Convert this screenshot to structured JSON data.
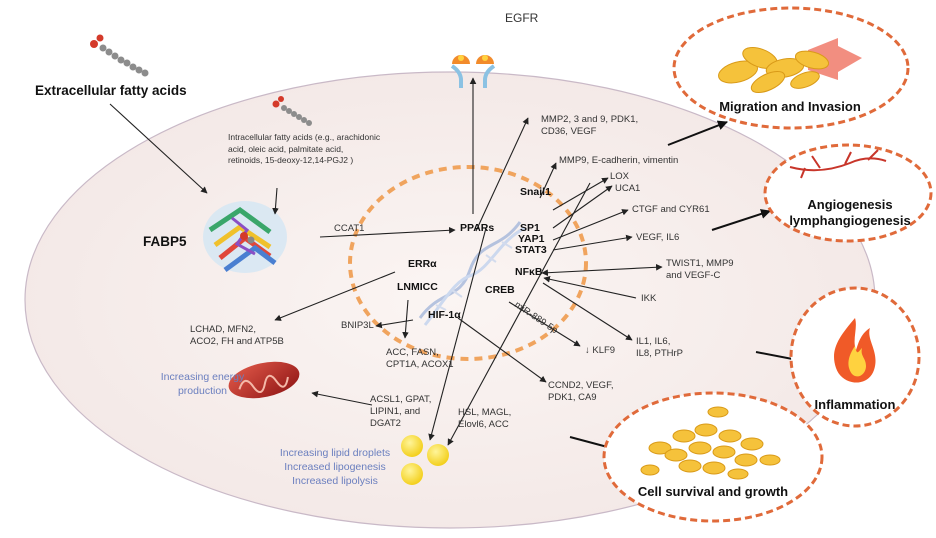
{
  "labels": {
    "egfr": "EGFR",
    "extracellular": "Extracellular fatty acids",
    "intracellular": "Intracellular fatty acids (e.g., arachidonic\nacid, oleic acid, palmitate acid,\nretinoids, 15-deoxy-12,14-PGJ2 )",
    "fabp5": "FABP5",
    "ccat1": "CCAT1",
    "pparsLabel": "PPARs",
    "snail1": "Snail1",
    "sp1": "SP1",
    "yap1": "YAP1",
    "stat3": "STAT3",
    "nfkb": "NFκB",
    "erra": "ERRα",
    "lnmicc": "LNMICC",
    "creb": "CREB",
    "hif": "HIF-1α",
    "bnip3l": "BNIP3L",
    "mir": "miR-889-5p",
    "mmp2": "MMP2, 3 and 9, PDK1,\nCD36, VEGF",
    "mmp9": "MMP9, E-cadherin, vimentin",
    "lox": "LOX",
    "uca1": "UCA1",
    "ctgf": "CTGF and CYR61",
    "vegfil6": "VEGF, IL6",
    "twist": "TWIST1, MMP9\nand VEGF-C",
    "ikk": "IKK",
    "il": "IL1, IL6,\nIL8, PTHrP",
    "klf9": "↓ KLF9",
    "ccnd2": "CCND2, VEGF,\nPDK1, CA9",
    "hsl": "HSL, MAGL,\nElovl6, ACC",
    "acsl": "ACSL1, GPAT,\nLIPIN1, and\nDGAT2",
    "acc": "ACC, FASN,\nCPT1A, ACOX1",
    "lchad": "LCHAD, MFN2,\nACO2, FH and ATP5B",
    "energy": "Increasing energy\nproduction",
    "lipid": "Increasing lipid droplets\nIncreased lipogenesis\nIncreased lipolysis"
  },
  "outcomes": {
    "migration": "Migration and Invasion",
    "angio": "Angiogenesis\nlymphangiogenesis",
    "inflammation": "Inflammation",
    "survival": "Cell survival and growth"
  }
}
